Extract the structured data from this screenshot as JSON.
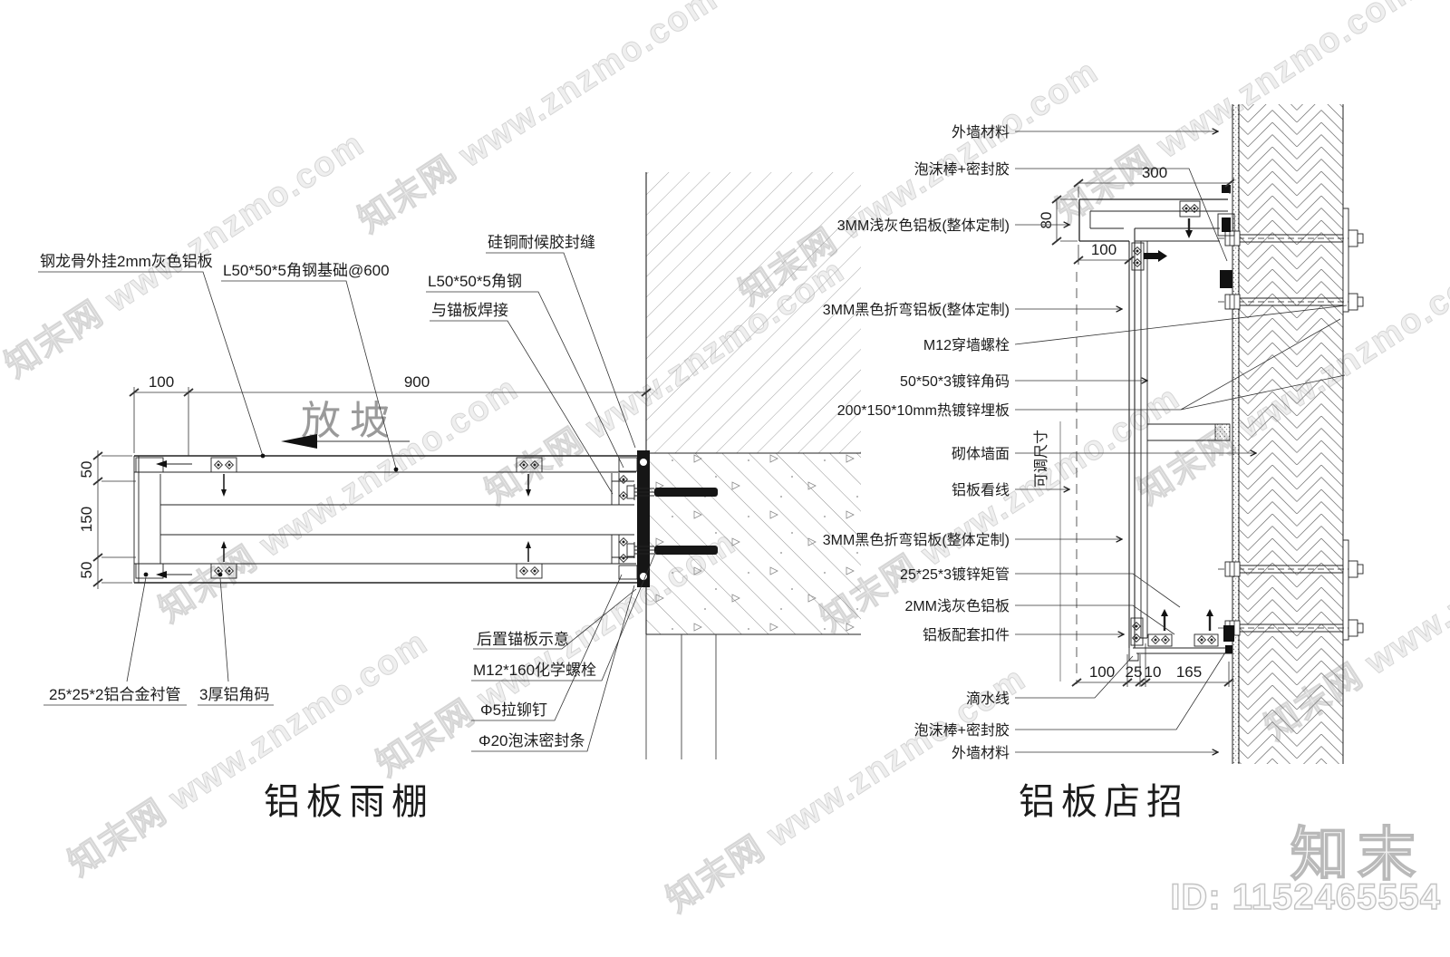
{
  "watermark": {
    "text": "知末网 www.znzmo.com",
    "logo": "知末",
    "id": "ID: 1152465554"
  },
  "left": {
    "title": "铝板雨棚",
    "labels": {
      "panel": "钢龙骨外挂2mm灰色铝板",
      "angle_base": "L50*50*5角钢基础@600",
      "sealant": "硅铜耐候胶封缝",
      "angle1": "L50*50*5角钢",
      "angle2": "与锚板焊接",
      "slope": "放坡",
      "liner": "25*25*2铝合金衬管",
      "corner": "3厚铝角码",
      "anchor": "后置锚板示意",
      "bolt": "M12*160化学螺栓",
      "rivet": "Φ5拉铆钉",
      "foam": "Φ20泡沫密封条"
    },
    "dims": {
      "w1": "100",
      "w2": "900",
      "h1": "50",
      "h2": "150",
      "h3": "50"
    }
  },
  "right": {
    "title": "铝板店招",
    "labels": {
      "wall_top": "外墙材料",
      "foam_top": "泡沫棒+密封胶",
      "gray_panel": "3MM浅灰色铝板(整体定制)",
      "black_panel_top": "3MM黑色折弯铝板(整体定制)",
      "bolt": "M12穿墙螺栓",
      "angle": "50*50*3镀锌角码",
      "embed": "200*150*10mm热镀锌埋板",
      "masonry": "砌体墙面",
      "sight_line": "铝板看线",
      "black_panel_bot": "3MM黑色折弯铝板(整体定制)",
      "tube": "25*25*3镀锌矩管",
      "gray_panel2": "2MM浅灰色铝板",
      "clip": "铝板配套扣件",
      "drip": "滴水线",
      "foam_bot": "泡沫棒+密封胶",
      "wall_bot": "外墙材料",
      "adjustable": "可调尺寸"
    },
    "dims": {
      "d300": "300",
      "d80": "80",
      "d100t": "100",
      "d100b": "100",
      "d25": "25",
      "d10": "10",
      "d165": "165"
    }
  }
}
